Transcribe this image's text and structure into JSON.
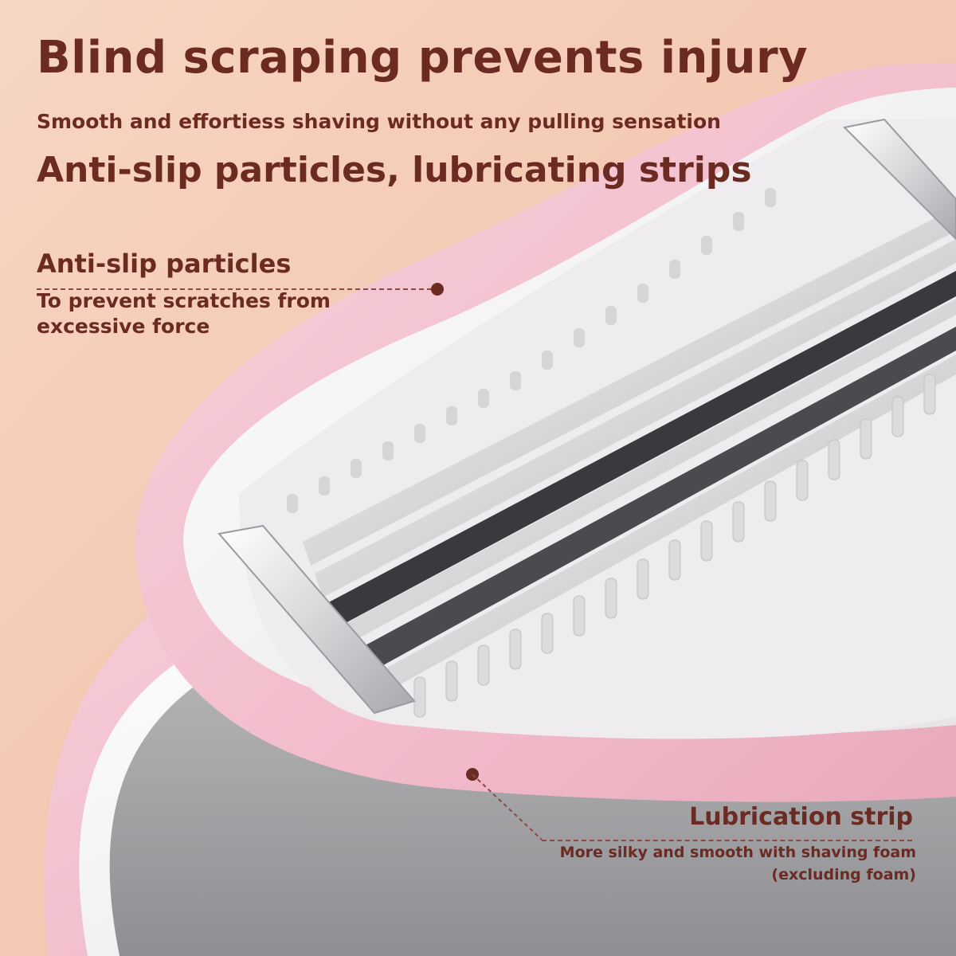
{
  "heading": {
    "main": "Blind scraping prevents injury",
    "sub": "Smooth and effortiess shaving without any pulling sensation",
    "second": "Anti-slip particles, lubricating strips"
  },
  "callouts": {
    "anti_slip": {
      "title": "Anti-slip particles",
      "desc": "To prevent scratches from excessive force"
    },
    "lubrication": {
      "title": "Lubrication strip",
      "desc_line1": "More silky and smooth with shaving foam",
      "desc_line2": "(excluding foam)"
    }
  },
  "colors": {
    "text": "#6b2a22",
    "background": "#f4c9b3",
    "product_pink": "#f4c3d0",
    "blade_grey": "#c9c9cc"
  }
}
